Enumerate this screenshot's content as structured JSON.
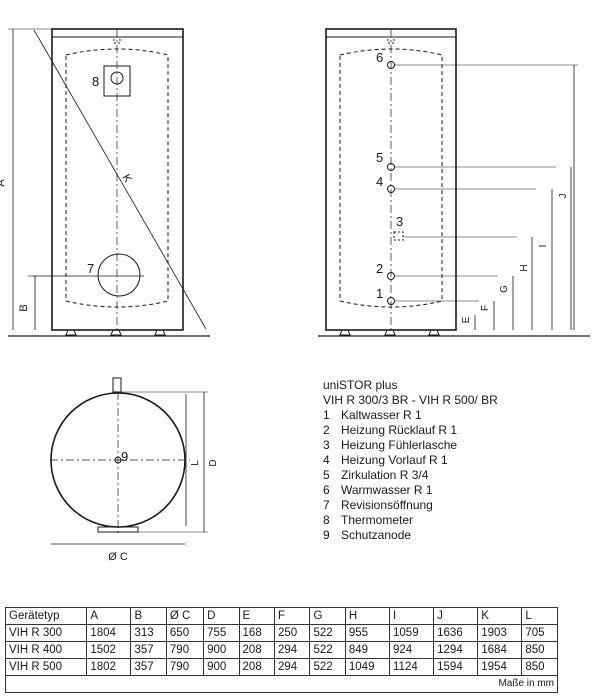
{
  "labels": {
    "A": "A",
    "B": "B",
    "K": "K",
    "C": "C",
    "D": "D",
    "E": "E",
    "F": "F",
    "G": "G",
    "H": "H",
    "I": "I",
    "J": "J",
    "L": "L",
    "n1": "1",
    "n2": "2",
    "n3": "3",
    "n4": "4",
    "n5": "5",
    "n6": "6",
    "n7": "7",
    "n8": "8",
    "n9": "9",
    "dia_c": "Ø C"
  },
  "legend": {
    "title": "uniSTOR plus",
    "subtitle": "VIH R 300/3 BR - VIH R 500/ BR",
    "items": [
      {
        "num": "1",
        "text": "Kaltwasser R 1"
      },
      {
        "num": "2",
        "text": "Heizung Rücklauf R 1"
      },
      {
        "num": "3",
        "text": "Heizung Fühlerlasche"
      },
      {
        "num": "4",
        "text": "Heizung Vorlauf R 1"
      },
      {
        "num": "5",
        "text": "Zirkulation R 3/4"
      },
      {
        "num": "6",
        "text": "Warmwasser R 1"
      },
      {
        "num": "7",
        "text": "Revisionsöffnung"
      },
      {
        "num": "8",
        "text": "Thermometer"
      },
      {
        "num": "9",
        "text": "Schutzanode"
      }
    ]
  },
  "table": {
    "headers": [
      "Gerätetyp",
      "A",
      "B",
      "Ø C",
      "D",
      "E",
      "F",
      "G",
      "H",
      "I",
      "J",
      "K",
      "L"
    ],
    "rows": [
      [
        "VIH R 300",
        "1804",
        "313",
        "650",
        "755",
        "168",
        "250",
        "522",
        "955",
        "1059",
        "1636",
        "1903",
        "705"
      ],
      [
        "VIH R 400",
        "1502",
        "357",
        "790",
        "900",
        "208",
        "294",
        "522",
        "849",
        "924",
        "1294",
        "1684",
        "850"
      ],
      [
        "VIH R 500",
        "1802",
        "357",
        "790",
        "900",
        "208",
        "294",
        "522",
        "1049",
        "1124",
        "1594",
        "1954",
        "850"
      ]
    ],
    "note": "Maße in mm"
  }
}
